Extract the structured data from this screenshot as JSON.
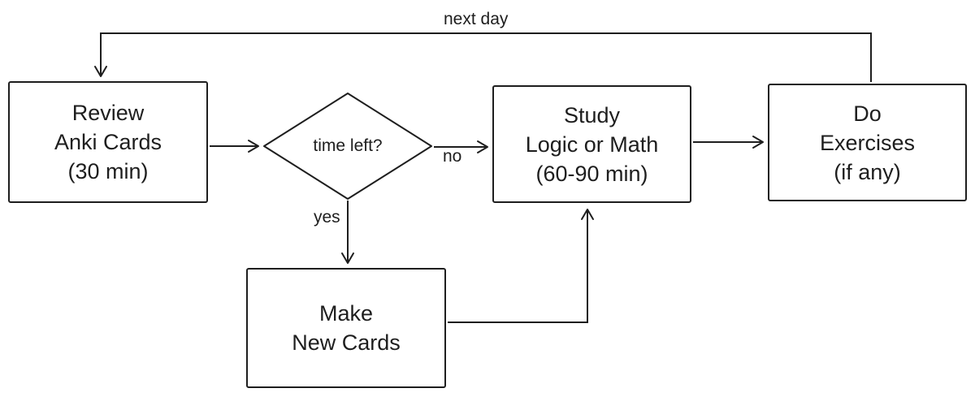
{
  "diagram": {
    "type": "flowchart",
    "background_color": "#ffffff",
    "stroke_color": "#1e1e1e",
    "text_color": "#1e1e1e",
    "nodes": {
      "review": {
        "shape": "rectangle",
        "lines": [
          "Review",
          "Anki Cards",
          "(30 min)"
        ]
      },
      "time_left": {
        "shape": "diamond",
        "label": "time left?"
      },
      "study": {
        "shape": "rectangle",
        "lines": [
          "Study",
          "Logic or Math",
          "(60-90 min)"
        ]
      },
      "exercises": {
        "shape": "rectangle",
        "lines": [
          "Do",
          "Exercises",
          "(if any)"
        ]
      },
      "make_cards": {
        "shape": "rectangle",
        "lines": [
          "Make",
          "New Cards"
        ]
      }
    },
    "edges": [
      {
        "from": "review",
        "to": "time_left",
        "label": ""
      },
      {
        "from": "time_left",
        "to": "study",
        "label": "no"
      },
      {
        "from": "time_left",
        "to": "make_cards",
        "label": "yes"
      },
      {
        "from": "make_cards",
        "to": "study",
        "label": ""
      },
      {
        "from": "study",
        "to": "exercises",
        "label": ""
      },
      {
        "from": "exercises",
        "to": "review",
        "label": "next day"
      }
    ]
  }
}
